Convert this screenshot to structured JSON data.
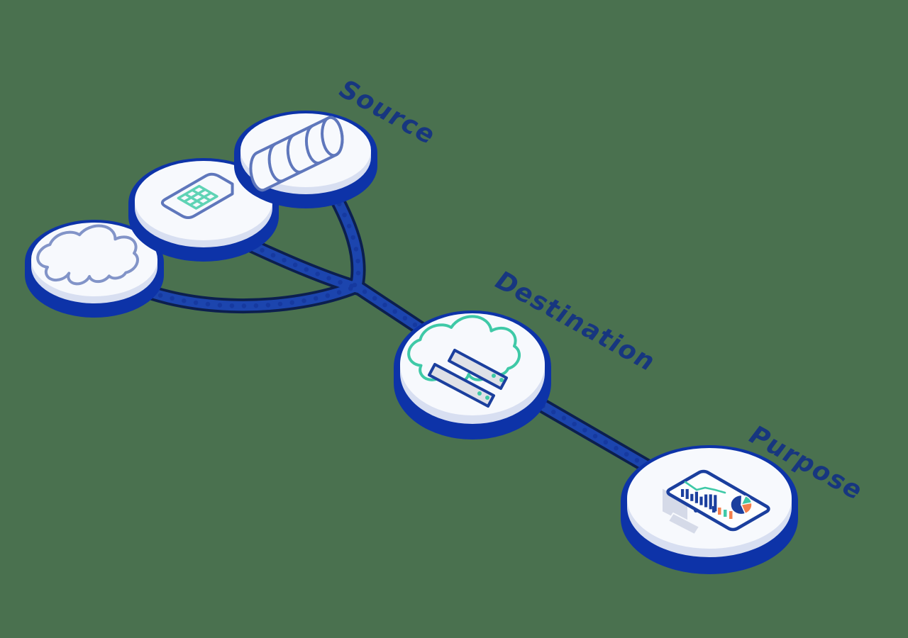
{
  "diagram": {
    "labels": {
      "source": "Source",
      "destination": "Destination",
      "purpose": "Purpose"
    },
    "nodes": [
      {
        "id": "source-cloud",
        "icon": "cloud-icon",
        "stage": "Source"
      },
      {
        "id": "source-spreadsheet-file",
        "icon": "spreadsheet-file-icon",
        "stage": "Source"
      },
      {
        "id": "source-database",
        "icon": "database-cylinder-icon",
        "stage": "Source"
      },
      {
        "id": "destination-cloud-warehouse",
        "icon": "cloud-server-icon",
        "stage": "Destination"
      },
      {
        "id": "purpose-analytics-dashboard",
        "icon": "dashboard-monitor-icon",
        "stage": "Purpose"
      }
    ],
    "colors": {
      "background": "#4a714f",
      "label-text": "#17367f",
      "cable-fill": "#1c45ae",
      "cable-edge": "#0c1f4e",
      "cable-dot": "#16399f",
      "disc-base": "#0d33a8",
      "disc-rim": "#d8dff1",
      "disc-top": "#f7f9fd",
      "slate": "#5f77bc",
      "slate-light": "#8294c8",
      "teal": "#3fc9a7",
      "grid-teal": "#5fd3b5",
      "icon-navy": "#1b3f9e",
      "orange": "#f4804d",
      "server-fill": "#dfe1e7",
      "panel-gray": "#d5dae8"
    }
  }
}
